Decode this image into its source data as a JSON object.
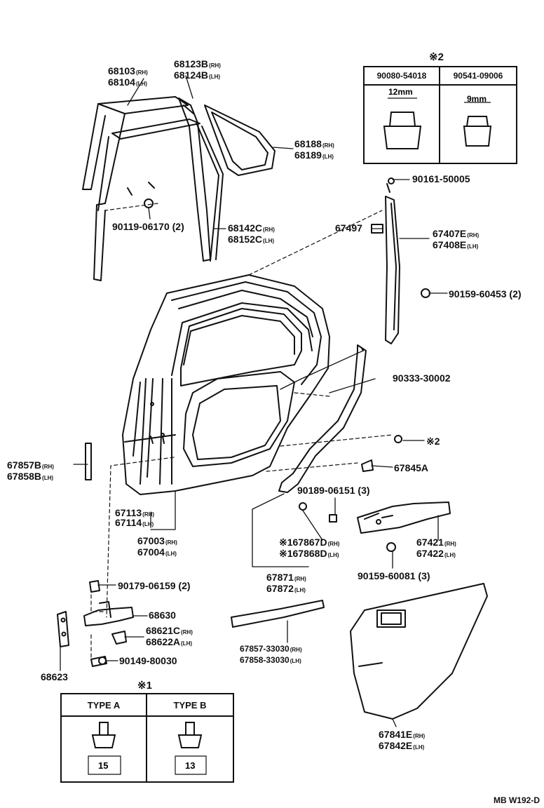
{
  "labels": {
    "p68103": "68103",
    "p68103_sub": "(RH)",
    "p68104": "68104",
    "p68104_sub": "(LH)",
    "p68123": "68123B",
    "p68123_sub": "(RH)",
    "p68124": "68124B",
    "p68124_sub": "(LH)",
    "p68188": "68188",
    "p68188_sub": "(RH)",
    "p68189": "68189",
    "p68189_sub": "(LH)",
    "p90119": "90119-06170 (2)",
    "p68142": "68142C",
    "p68142_sub": "(RH)",
    "p68152": "68152C",
    "p68152_sub": "(LH)",
    "p90161": "90161-50005",
    "p67497": "67497",
    "p67407": "67407E",
    "p67407_sub": "(RH)",
    "p67408": "67408E",
    "p67408_sub": "(LH)",
    "p90159a": "90159-60453 (2)",
    "p90333": "90333-30002",
    "p_star2": "※2",
    "p67845": "67845A",
    "p67857b": "67857B",
    "p67857b_sub": "(RH)",
    "p67858b": "67858B",
    "p67858b_sub": "(LH)",
    "p90189": "90189-06151 (3)",
    "p67113": "67113",
    "p67113_sub": "(RH)",
    "p67114": "67114",
    "p67114_sub": "(LH)",
    "p167867": "※167867D",
    "p167867_sub": "(RH)",
    "p167868": "※167868D",
    "p167868_sub": "(LH)",
    "p67421": "67421",
    "p67421_sub": "(RH)",
    "p67422": "67422",
    "p67422_sub": "(LH)",
    "p67003": "67003",
    "p67003_sub": "(RH)",
    "p67004": "67004",
    "p67004_sub": "(LH)",
    "p67871": "67871",
    "p67871_sub": "(RH)",
    "p67872": "67872",
    "p67872_sub": "(LH)",
    "p90159b": "90159-60081 (3)",
    "p90179": "90179-06159 (2)",
    "p68630": "68630",
    "p68621": "68621C",
    "p68621_sub": "(RH)",
    "p68622": "68622A",
    "p68622_sub": "(LH)",
    "p90149": "90149-80030",
    "p68623": "68623",
    "p67857": "67857-33030",
    "p67857_sub": "(RH)",
    "p67858": "67858-33030",
    "p67858_sub": "(LH)",
    "p67841": "67841E",
    "p67841_sub": "(RH)",
    "p67842": "67842E",
    "p67842_sub": "(LH)"
  },
  "box2": {
    "title": "※2",
    "col1_head": "90080-54018",
    "col2_head": "90541-09006",
    "col1_dim": "12mm",
    "col2_dim": "9mm"
  },
  "box1": {
    "title": "※1",
    "col1_head": "TYPE A",
    "col2_head": "TYPE B",
    "col1_dim": "15",
    "col2_dim": "13"
  },
  "reference": "MB W192-D"
}
